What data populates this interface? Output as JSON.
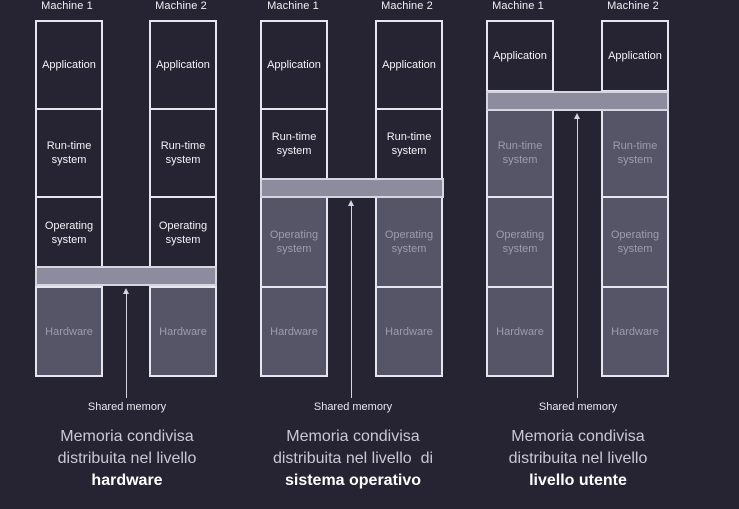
{
  "panels": [
    {
      "machine1": "Machine 1",
      "machine2": "Machine 2",
      "layers": [
        "Application",
        "Run-time system",
        "Operating system",
        "Hardware"
      ],
      "shared_label": "Shared memory",
      "caption_line1": "Memoria condivisa",
      "caption_line2": "distribuita nel livello",
      "caption_bold": "hardware"
    },
    {
      "machine1": "Machine 1",
      "machine2": "Machine 2",
      "layers": [
        "Application",
        "Run-time system",
        "Operating system",
        "Hardware"
      ],
      "shared_label": "Shared memory",
      "caption_line1": "Memoria condivisa",
      "caption_line2": "distribuita nel livello  di",
      "caption_bold": "sistema operativo"
    },
    {
      "machine1": "Machine 1",
      "machine2": "Machine 2",
      "layers": [
        "Application",
        "Run-time system",
        "Operating system",
        "Hardware"
      ],
      "shared_label": "Shared memory",
      "caption_line1": "Memoria condivisa",
      "caption_line2": "distribuita nel livello",
      "caption_bold": "livello utente"
    }
  ],
  "colors": {
    "background": "#262433",
    "shaded_layer": "#565467",
    "shared_bar": "#8d8b9e",
    "border": "#e6e6ee"
  }
}
